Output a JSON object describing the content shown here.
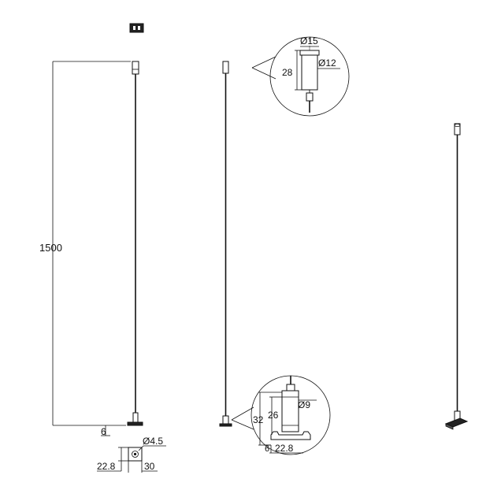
{
  "dimensions": {
    "length": "1500",
    "base_offset": "6",
    "hole_diameter": "Ø4.5",
    "base_depth": "22.8",
    "base_width": "30",
    "cap_outer_diameter": "Ø15",
    "cap_inner_diameter": "Ø12",
    "cap_height": "28",
    "cable_diameter": "Ø9",
    "fitting_total_height": "32",
    "fitting_body_height": "26",
    "clip_width": "22.8"
  }
}
